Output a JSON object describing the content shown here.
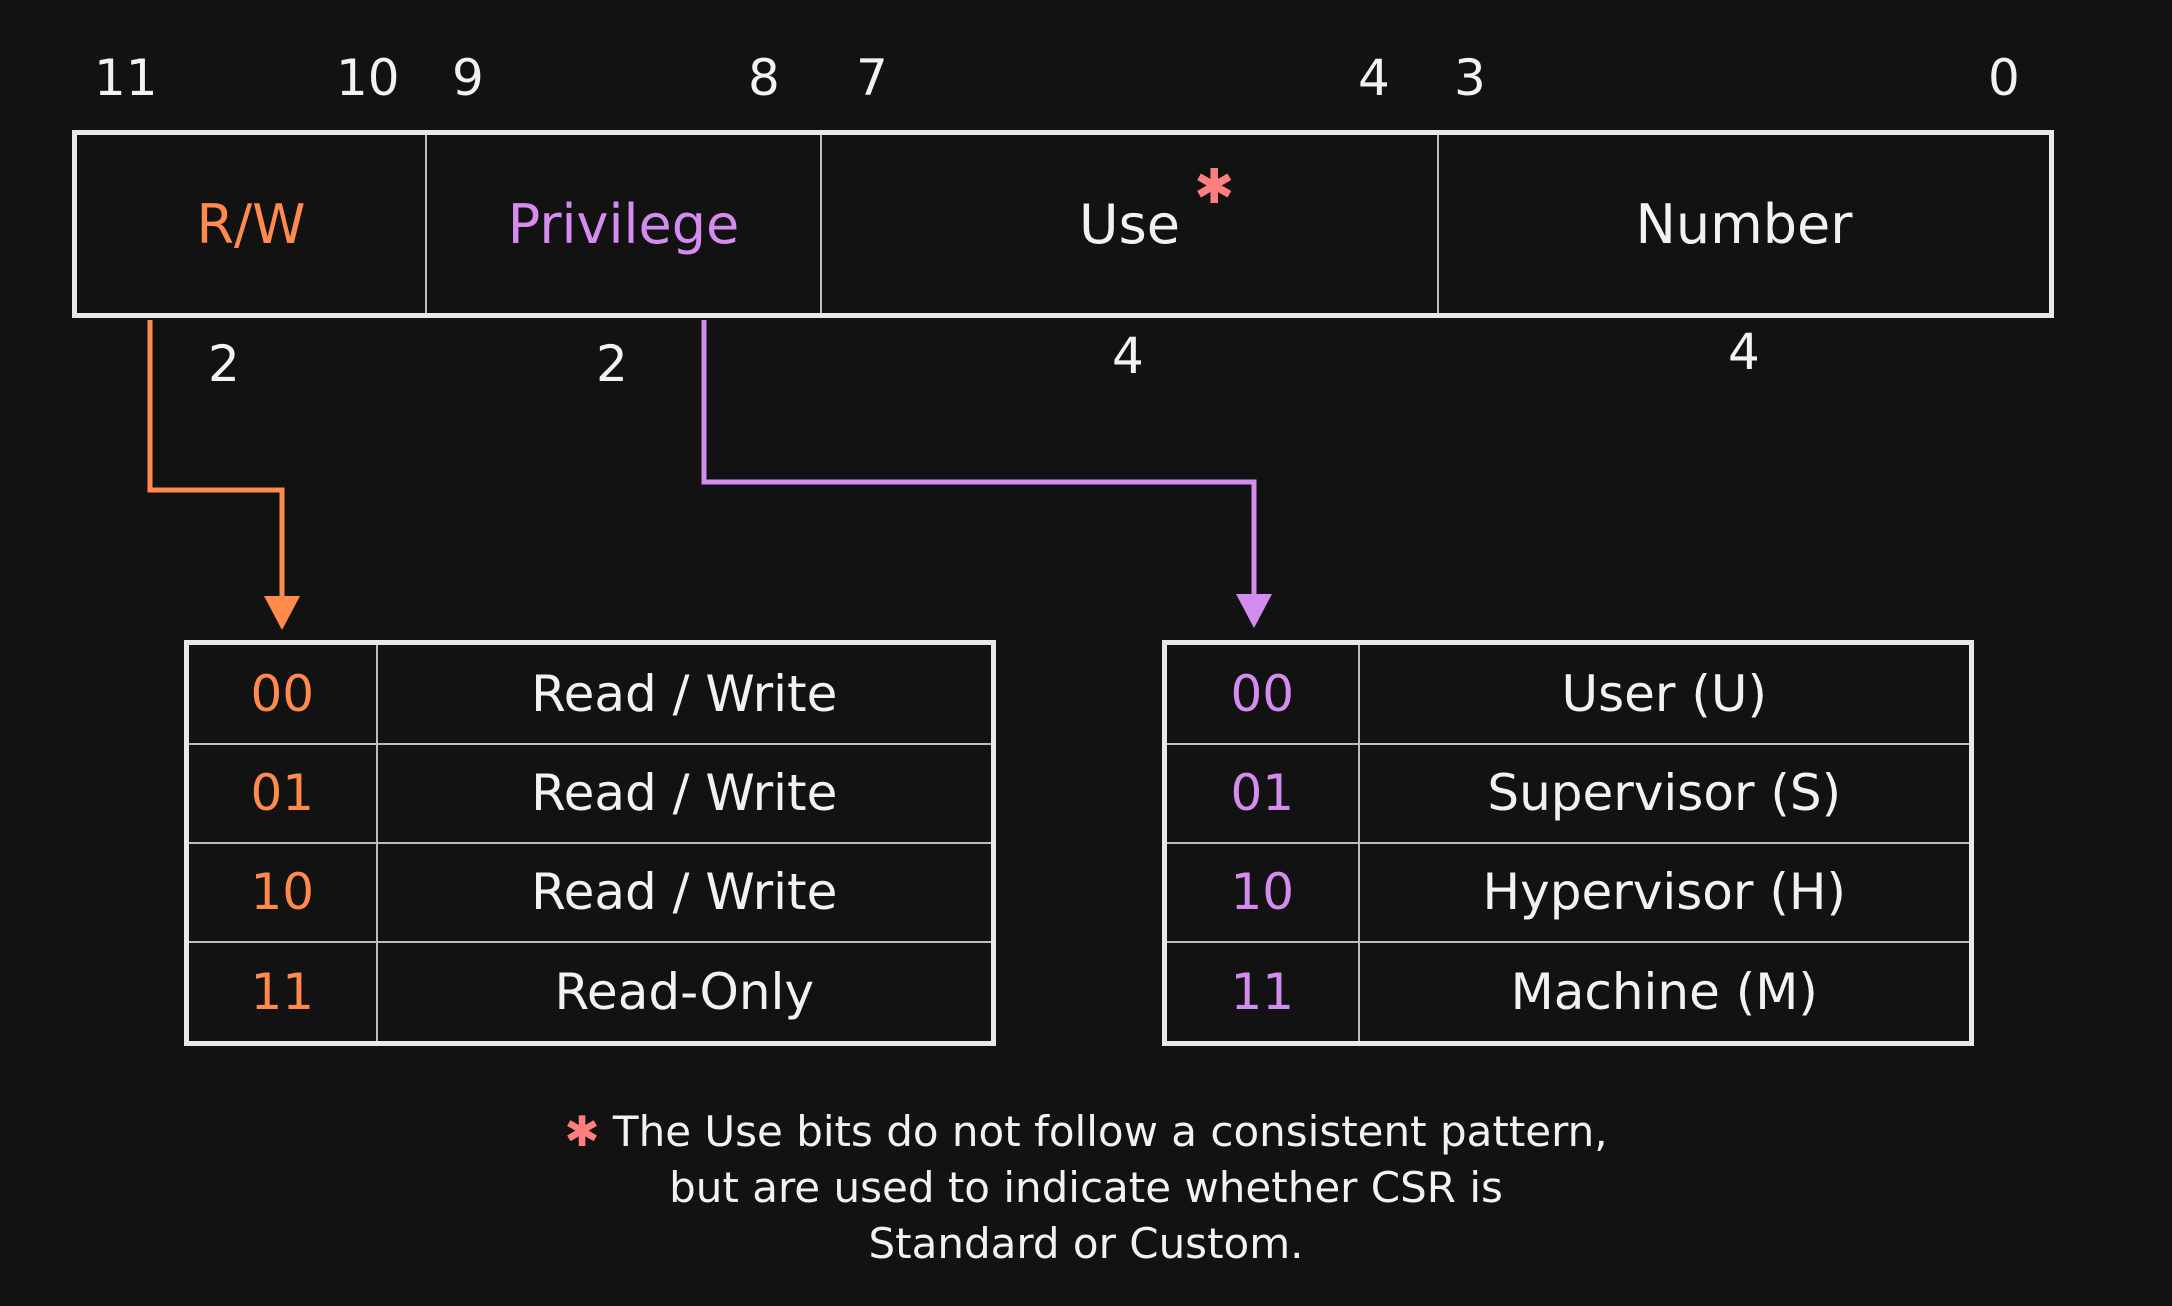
{
  "bit_positions": [
    "11",
    "10",
    "9",
    "8",
    "7",
    "4",
    "3",
    "0"
  ],
  "fields": [
    {
      "label": "R/W",
      "width": "2"
    },
    {
      "label": "Privilege",
      "width": "2"
    },
    {
      "label": "Use",
      "width": "4",
      "marker": "✱"
    },
    {
      "label": "Number",
      "width": "4"
    }
  ],
  "rw_table": [
    {
      "code": "00",
      "desc": "Read / Write"
    },
    {
      "code": "01",
      "desc": "Read / Write"
    },
    {
      "code": "10",
      "desc": "Read / Write"
    },
    {
      "code": "11",
      "desc": "Read-Only"
    }
  ],
  "priv_table": [
    {
      "code": "00",
      "desc": "User (U)"
    },
    {
      "code": "01",
      "desc": "Supervisor (S)"
    },
    {
      "code": "10",
      "desc": "Hypervisor (H)"
    },
    {
      "code": "11",
      "desc": "Machine (M)"
    }
  ],
  "footnote": {
    "marker": "✱",
    "line1": "The Use bits do not follow a consistent pattern,",
    "line2": "but are used to indicate whether CSR is",
    "line3": "Standard or Custom."
  },
  "colors": {
    "rw": "#ff8a4c",
    "privilege": "#d58cf0",
    "marker": "#ff7f7f",
    "text": "#f2f2f2"
  }
}
